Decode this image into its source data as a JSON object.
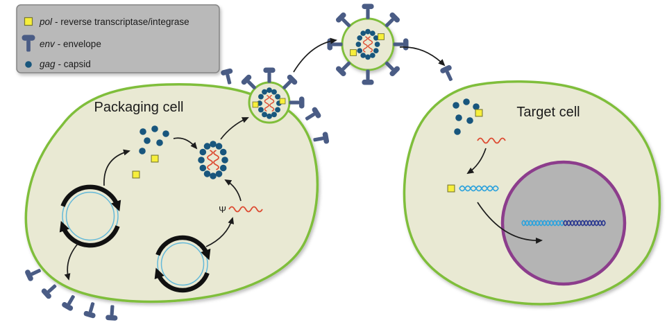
{
  "legend": {
    "items": [
      {
        "icon": "pol-square-icon",
        "gene": "pol",
        "desc": "- reverse transcriptase/integrase"
      },
      {
        "icon": "env-spike-icon",
        "gene": "env",
        "desc": "- envelope"
      },
      {
        "icon": "gag-dot-icon",
        "gene": "gag",
        "desc": "- capsid"
      }
    ]
  },
  "labels": {
    "packaging_cell": "Packaging cell",
    "target_cell": "Target cell",
    "psi": "Ψ"
  },
  "colors": {
    "cell_fill": "#e9e9d3",
    "membrane_green": "#7fbe3a",
    "env_blue": "#4a5c85",
    "gag_blue": "#18567d",
    "pol_yellow": "#f7ef3c",
    "rna_red": "#dd4b32",
    "plasmid_blue": "#64b9d9",
    "nucleus_fill": "#b4b4b4",
    "nucleus_stroke": "#8c3d8c",
    "dna_light_blue": "#2fa3dc",
    "dna_dark_blue": "#2b3990",
    "legend_bg": "#b9b9b9",
    "arrow": "#1c1c1c"
  }
}
